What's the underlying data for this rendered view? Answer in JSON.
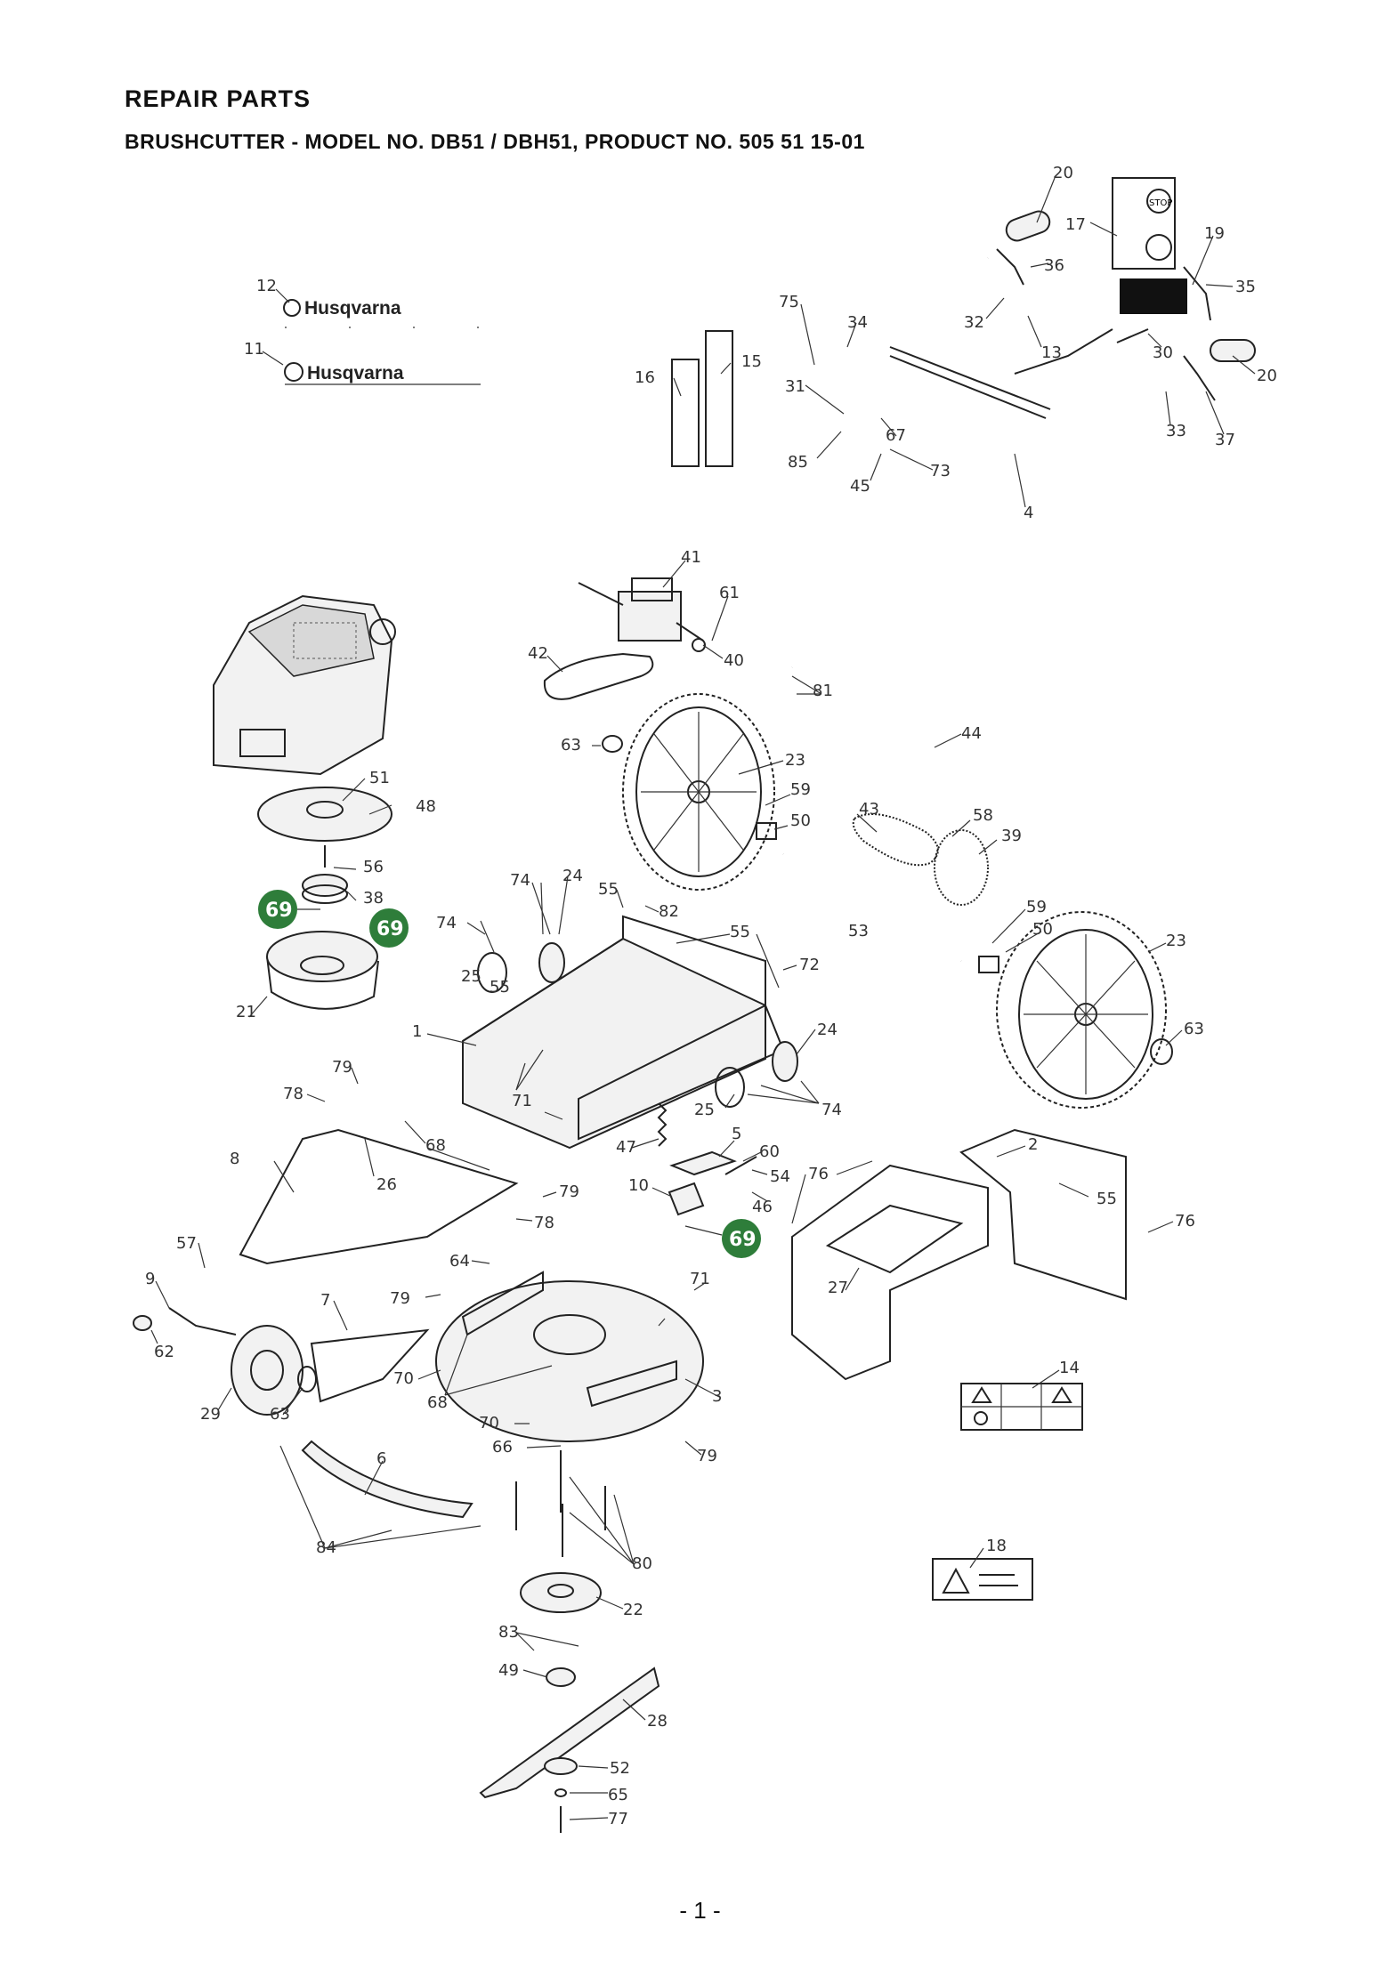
{
  "header": {
    "title": "REPAIR PARTS",
    "subtitle": "BRUSHCUTTER - MODEL NO. DB51 / DBH51, PRODUCT NO. 505 51 15-01"
  },
  "decals": {
    "brand_1": "Husqvarna",
    "brand_2": "Husqvarna",
    "stop": "STOP"
  },
  "highlight": {
    "color": "#2e7d3a",
    "part": "69"
  },
  "part_labels": {
    "p1": "1",
    "p2": "2",
    "p3": "3",
    "p4": "4",
    "p5": "5",
    "p6": "6",
    "p7": "7",
    "p8": "8",
    "p9": "9",
    "p10": "10",
    "p11": "11",
    "p12": "12",
    "p13": "13",
    "p14": "14",
    "p15": "15",
    "p16": "16",
    "p17": "17",
    "p18": "18",
    "p19": "19",
    "p20a": "20",
    "p20b": "20",
    "p21": "21",
    "p22": "22",
    "p23a": "23",
    "p23b": "23",
    "p24a": "24",
    "p24b": "24",
    "p25a": "25",
    "p25b": "25",
    "p26": "26",
    "p27": "27",
    "p28": "28",
    "p29": "29",
    "p30": "30",
    "p31": "31",
    "p32": "32",
    "p33": "33",
    "p34": "34",
    "p35": "35",
    "p36": "36",
    "p37": "37",
    "p38": "38",
    "p39": "39",
    "p40": "40",
    "p41": "41",
    "p42": "42",
    "p43": "43",
    "p44": "44",
    "p45": "45",
    "p46": "46",
    "p47": "47",
    "p48": "48",
    "p49": "49",
    "p50a": "50",
    "p50b": "50",
    "p51": "51",
    "p52": "52",
    "p53": "53",
    "p54": "54",
    "p55a": "55",
    "p55b": "55",
    "p55c": "55",
    "p55d": "55",
    "p56": "56",
    "p57": "57",
    "p58": "58",
    "p59a": "59",
    "p59b": "59",
    "p60": "60",
    "p61": "61",
    "p62": "62",
    "p63a": "63",
    "p63b": "63",
    "p63c": "63",
    "p64": "64",
    "p65": "65",
    "p66": "66",
    "p67": "67",
    "p68a": "68",
    "p68b": "68",
    "p70a": "70",
    "p70b": "70",
    "p71a": "71",
    "p71b": "71",
    "p72": "72",
    "p73": "73",
    "p74a": "74",
    "p74b": "74",
    "p74c": "74",
    "p75": "75",
    "p76a": "76",
    "p76b": "76",
    "p77": "77",
    "p78a": "78",
    "p78b": "78",
    "p79a": "79",
    "p79b": "79",
    "p79c": "79",
    "p79d": "79",
    "p80": "80",
    "p81": "81",
    "p82": "82",
    "p83": "83",
    "p84": "84",
    "p85": "85"
  },
  "page_number": "- 1 -"
}
